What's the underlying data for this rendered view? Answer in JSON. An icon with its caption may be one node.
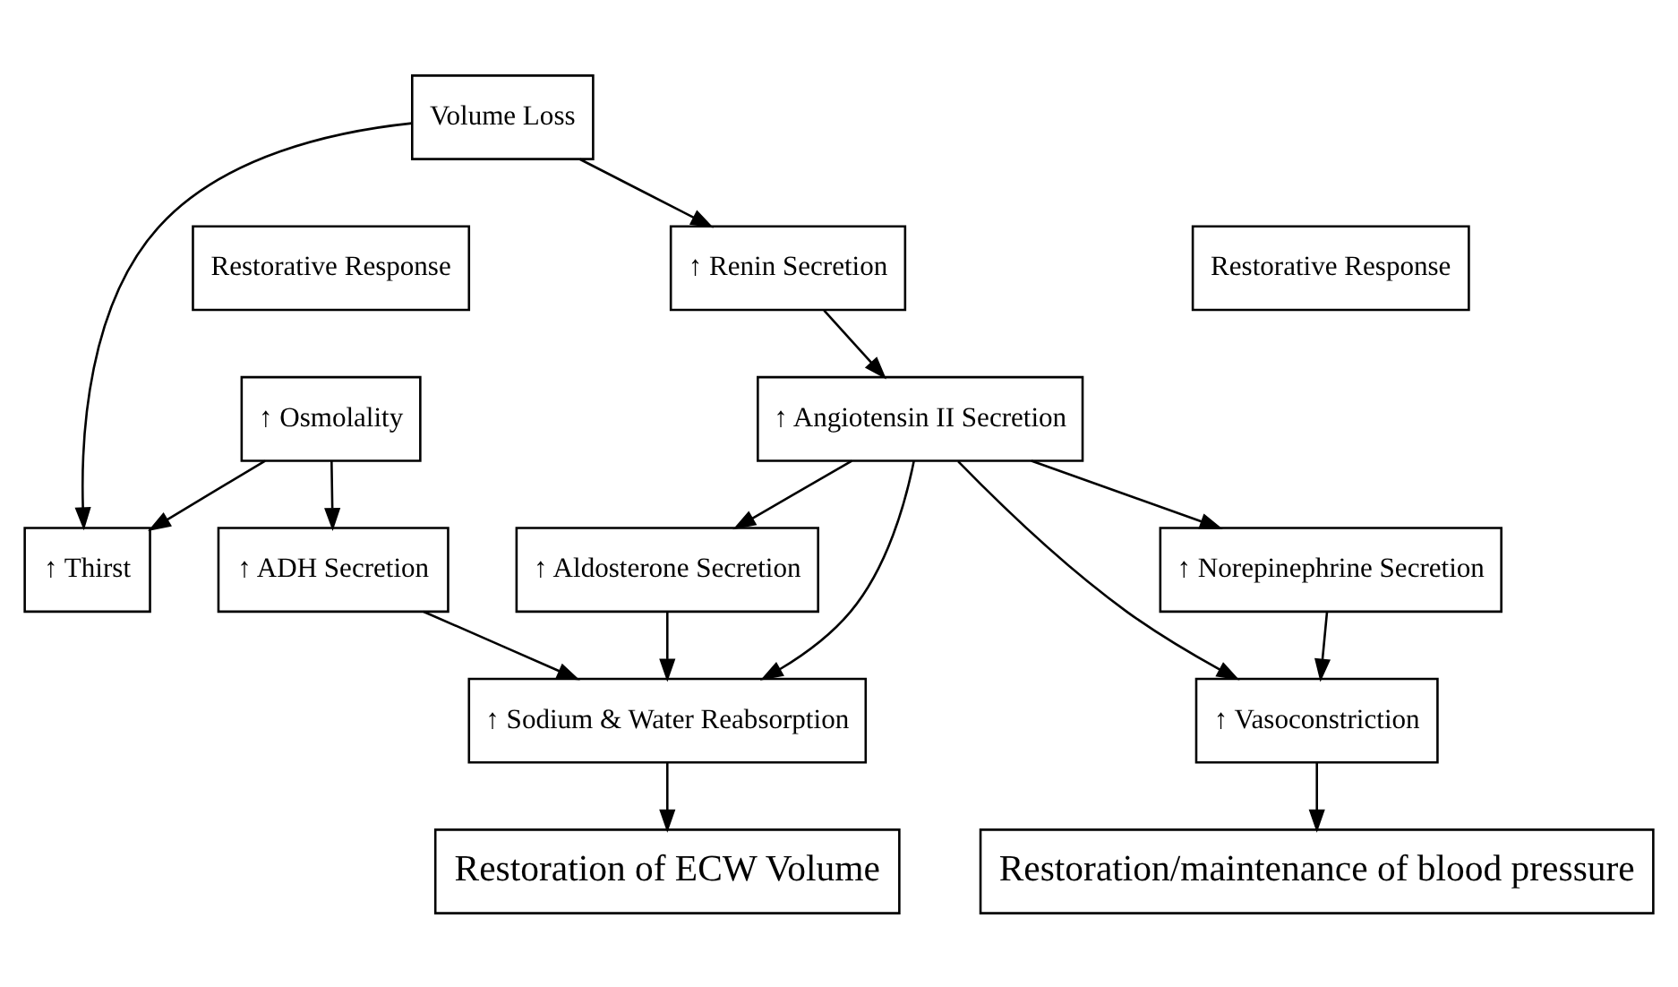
{
  "diagram": {
    "nodes": [
      {
        "text": [
          "Restorative Response"
        ]
      },
      {
        "text": [
          "Restorative Response"
        ]
      },
      {
        "text": [
          "↑ Osmolality"
        ]
      },
      {
        "text": [
          "Volume Loss"
        ]
      },
      {
        "text": [
          "↑ Thirst"
        ]
      },
      {
        "text": [
          "↑ Norepinephrine Secretion"
        ]
      },
      {
        "text": [
          "↑ Renin Secretion"
        ]
      },
      {
        "text": [
          "↑ ADH Secretion"
        ]
      },
      {
        "text": [
          "↑ Vasoconstriction"
        ]
      },
      {
        "text": [
          "↑ Sodium & Water Reabsorption"
        ]
      },
      {
        "text": [
          "↑ Angiotensin II Secretion"
        ]
      },
      {
        "text": [
          "Restoration/maintenance of blood pressure"
        ]
      },
      {
        "text": [
          "Restoration of ECW Volume"
        ]
      },
      {
        "text": [
          "↑ Aldosterone Secretion"
        ]
      }
    ],
    "edges": [
      {
        "from": 2,
        "to": 4,
        "arrow": "to"
      },
      {
        "from": 3,
        "to": 4,
        "arrow": "to"
      },
      {
        "from": 2,
        "to": 7,
        "arrow": "to"
      },
      {
        "from": 3,
        "to": 6,
        "arrow": "to"
      },
      {
        "from": 6,
        "to": 10,
        "arrow": "to"
      },
      {
        "from": 10,
        "to": 5,
        "arrow": "to"
      },
      {
        "from": 10,
        "to": 8,
        "arrow": "to"
      },
      {
        "from": 5,
        "to": 8,
        "arrow": "to"
      },
      {
        "from": 10,
        "to": 9,
        "arrow": "to"
      },
      {
        "from": 7,
        "to": 9,
        "arrow": "to"
      },
      {
        "from": 10,
        "to": 13,
        "arrow": "to"
      },
      {
        "from": 13,
        "to": 9,
        "arrow": "to"
      },
      {
        "from": 9,
        "to": 12,
        "arrow": "to"
      },
      {
        "from": 8,
        "to": 11,
        "arrow": "to"
      }
    ]
  }
}
